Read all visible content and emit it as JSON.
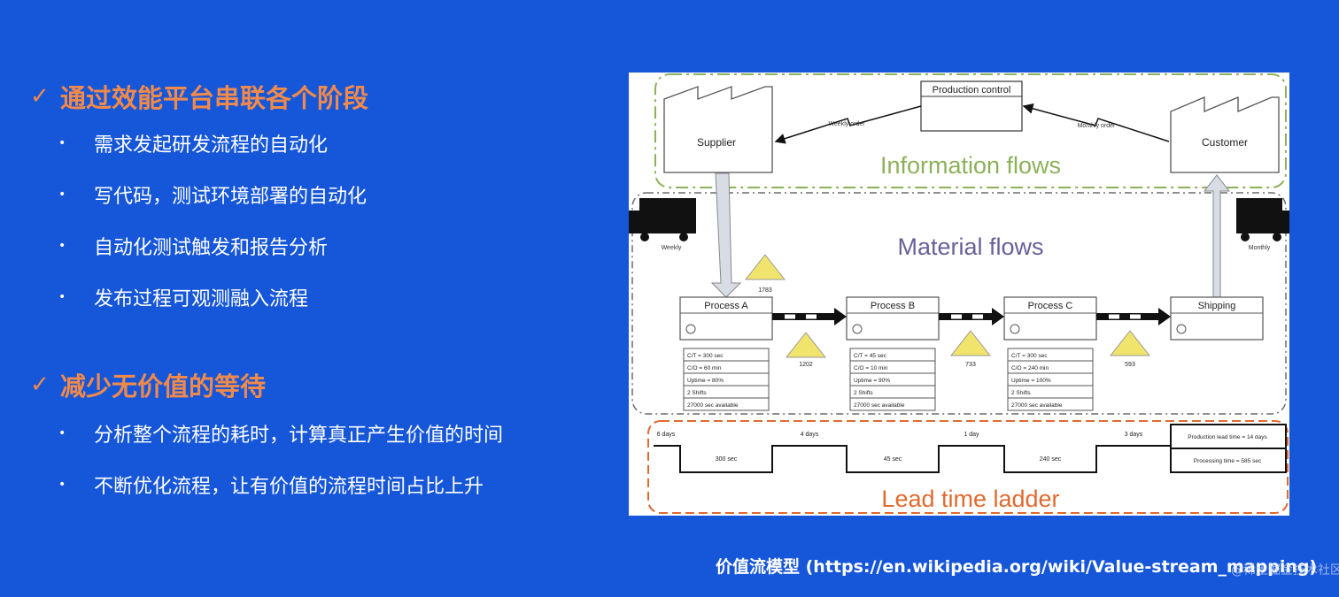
{
  "sections": [
    {
      "heading": "通过效能平台串联各个阶段",
      "bullets": [
        "需求发起研发流程的自动化",
        "写代码，测试环境部署的自动化",
        "自动化测试触发和报告分析",
        "发布过程可观测融入流程"
      ]
    },
    {
      "heading": "减少无价值的等待",
      "bullets": [
        "分析整个流程的耗时，计算真正产生价值的时间",
        "不断优化流程，让有价值的流程时间占比上升"
      ]
    }
  ],
  "icons": {
    "heading_marker": "check-icon",
    "bullet_marker": "bullet-dot-icon",
    "truck": "truck-icon",
    "inventory": "inventory-triangle-icon",
    "operator": "operator-icon"
  },
  "colors": {
    "background": "#1656d9",
    "heading": "#f08a4b",
    "info_region": "#8db15a",
    "material_label": "#6a5f9a",
    "lead_label": "#e06a2e"
  },
  "diagram": {
    "information_flows_label": "Information flows",
    "material_flows_label": "Material flows",
    "lead_time_ladder_label": "Lead time ladder",
    "production_control": "Production control",
    "supplier": "Supplier",
    "customer": "Customer",
    "weekly_order": "Weekly order",
    "monthly_order": "Monthly order",
    "truck_weekly": "Weekly",
    "truck_monthly": "Monthly",
    "processes": [
      {
        "name": "Process A",
        "data": [
          "C/T = 300 sec",
          "C/O = 60 min",
          "Uptime = 80%",
          "2 Shifts",
          "27000 sec available"
        ]
      },
      {
        "name": "Process B",
        "data": [
          "C/T = 45 sec",
          "C/O = 10 min",
          "Uptime = 90%",
          "2 Shifts",
          "27000 sec available"
        ]
      },
      {
        "name": "Process C",
        "data": [
          "C/T = 300 sec",
          "C/O = 240 min",
          "Uptime = 100%",
          "2 Shifts",
          "27000 sec available"
        ]
      },
      {
        "name": "Shipping",
        "data": []
      }
    ],
    "inventories": [
      "1783",
      "1202",
      "733",
      "593"
    ],
    "ladder_days": [
      "6 days",
      "4 days",
      "1 day",
      "3 days"
    ],
    "ladder_process_times": [
      "300 sec",
      "45 sec",
      "240 sec"
    ],
    "production_lead_time": "Production lead time = 14 days",
    "processing_time": "Processing time = 585 sec"
  },
  "caption": "价值流模型 (https://en.wikipedia.org/wiki/Value-stream_mapping)",
  "watermark": "@稀土掘金技术社区"
}
